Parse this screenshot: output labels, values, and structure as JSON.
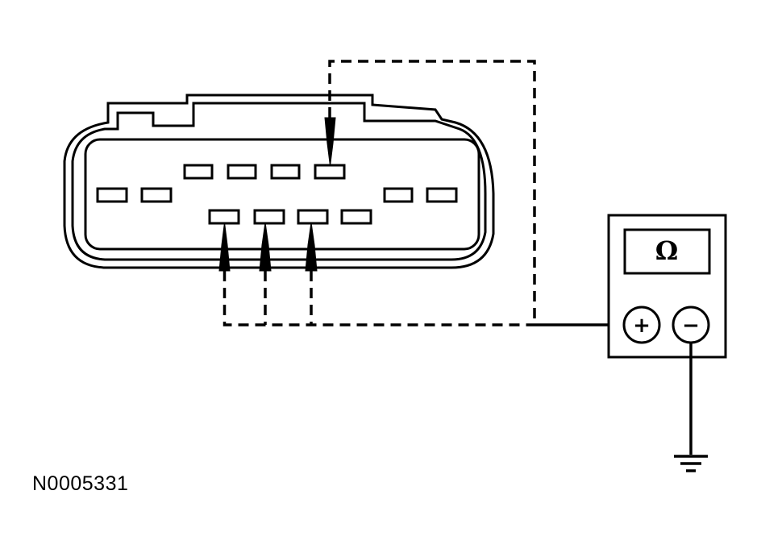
{
  "figure": {
    "reference_id": "N0005331"
  },
  "meter": {
    "display_symbol": "Ω",
    "positive_terminal": "+",
    "negative_terminal": "−"
  },
  "connector": {
    "pin_rows": [
      {
        "row": "upper",
        "pins": 4
      },
      {
        "row": "middle-left",
        "pins": 2
      },
      {
        "row": "middle-right",
        "pins": 2
      },
      {
        "row": "lower",
        "pins": 4
      }
    ],
    "probed_pins": [
      "upper-4",
      "lower-1",
      "lower-2",
      "lower-3"
    ]
  },
  "colors": {
    "ink": "#000000",
    "background": "#ffffff"
  }
}
